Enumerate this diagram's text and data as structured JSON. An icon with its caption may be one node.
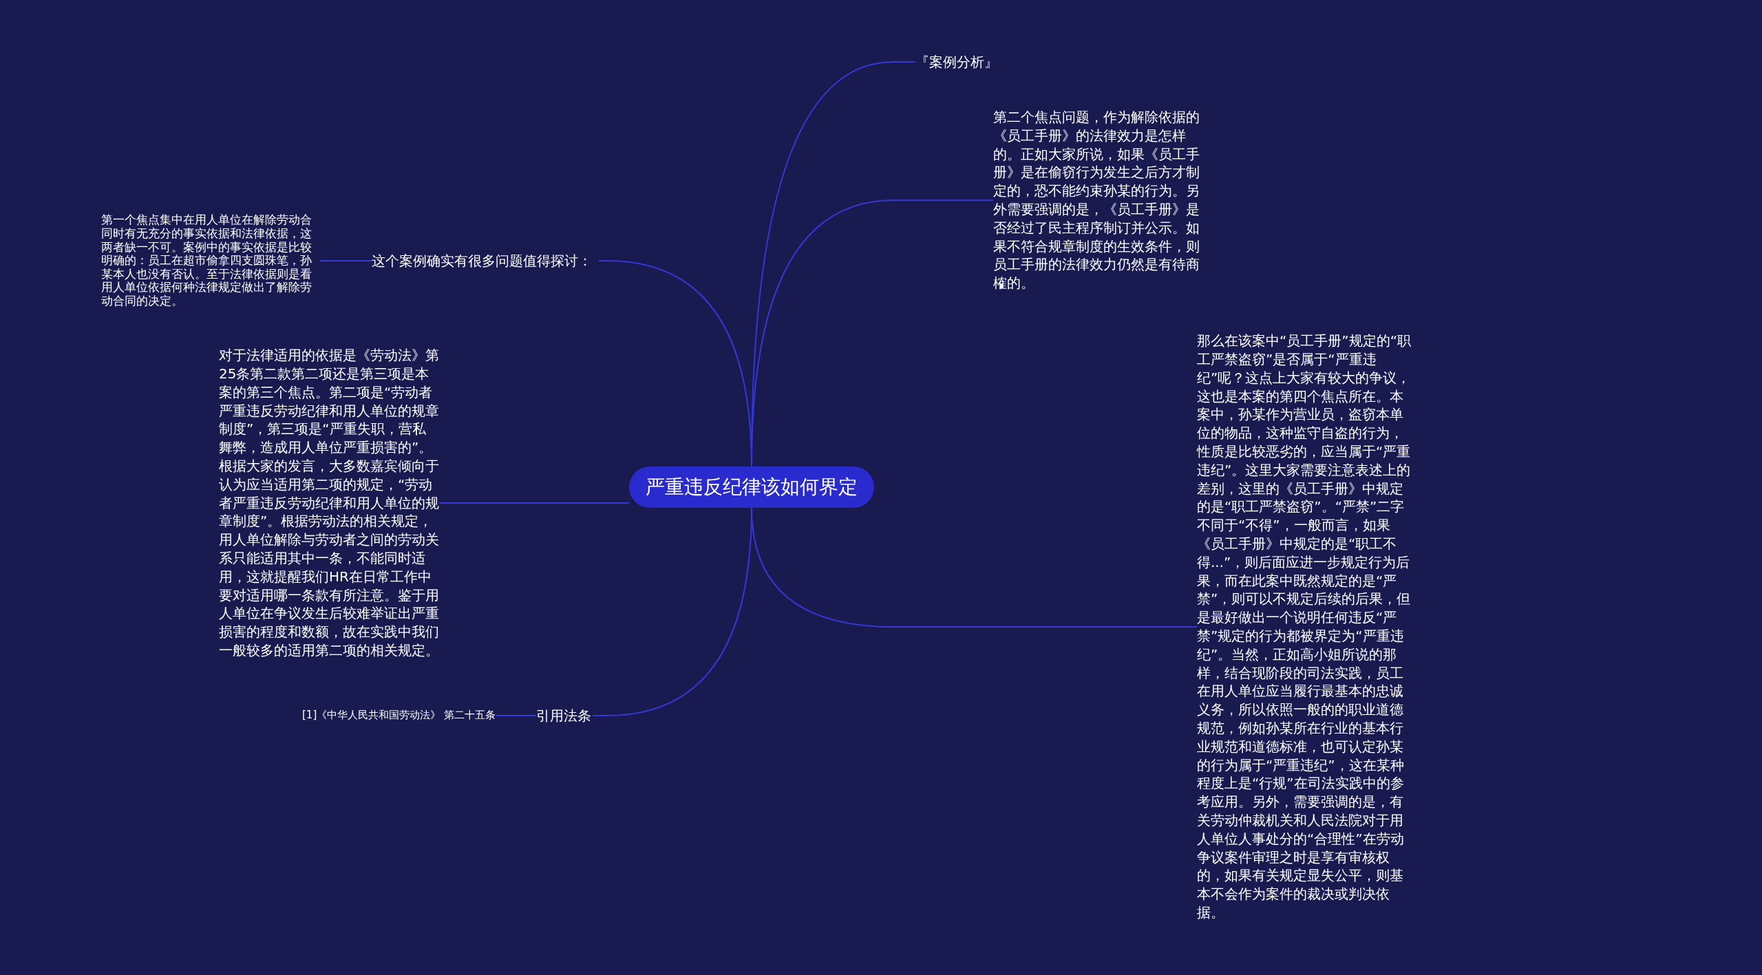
{
  "diagram": {
    "nodes": [
      {
        "text": [
          "严重违反纪律该如何界定"
        ]
      },
      {
        "text": [
          "『案例分析』"
        ]
      },
      {
        "text": [
          "第二个焦点问题，作为解除依据的《员工手册》的法律效力是怎样的。正如大家所说，如果《员工手册》是在偷窃行为发生之后方才制定的，恐不能约束孙某的行为。另外需要强调的是，《员工手册》是否经过了民主程序制订并公示。如果不符合规章制度的生效条件，则员工手册的法律效力仍然是有待商榷的。"
        ]
      },
      {
        "text": [
          "那么在该案中“员工手册”规定的“职工严禁盗窃”是否属于“严重违纪”呢？这点上大家有较大的争议，这也是本案的第四个焦点所在。本案中，孙某作为营业员，盗窃本单位的物品，这种监守自盗的行为，性质是比较恶劣的，应当属于“严重违纪”。这里大家需要注意表述上的差别，这里的《员工手册》中规定的是“职工严禁盗窃”。“严禁”二字不同于“不得”，一般而言，如果《员工手册》中规定的是“职工不得...”，则后面应进一步规定行为后果，而在此案中既然规定的是“严禁”，则可以不规定后续的后果，但是最好做出一个说明任何违反“严禁”规定的行为都被界定为“严重违纪”。当然，正如高小姐所说的那样，结合现阶段的司法实践，员工在用人单位应当履行最基本的忠诚义务，所以依照一般的的职业道德规范，例如孙某所在行业的基本行业规范和道德标准，也可认定孙某的行为属于“严重违纪”，这在某种程度上是“行规”在司法实践中的参考应用。另外，需要强调的是，有关劳动仲裁机关和人民法院对于用人单位人事处分的“合理性”在劳动争议案件审理之时是享有审核权的，如果有关规定显失公平，则基本不会作为案件的裁决或判决依据。"
        ]
      },
      {
        "text": [
          "这个案例确实有很多问题值得探讨："
        ]
      },
      {
        "text": [
          "第一个焦点集中在用人单位在解除劳动合同时有无充分的事实依据和法律依据，这两者缺一不可。案例中的事实依据是比较明确的：员工在超市偷拿四支圆珠笔，孙某本人也没有否认。至于法律依据则是看用人单位依据何种法律规定做出了解除劳动合同的决定。"
        ]
      },
      {
        "text": [
          "对于法律适用的依据是《劳动法》第25条第二款第二项还是第三项是本案的第三个焦点。第二项是“劳动者严重违反劳动纪律和用人单位的规章制度”，第三项是“严重失职，营私舞弊，造成用人单位严重损害的”。根据大家的发言，大多数嘉宾倾向于认为应当适用第二项的规定，“劳动者严重违反劳动纪律和用人单位的规章制度”。根据劳动法的相关规定，用人单位解除与劳动者之间的劳动关系只能适用其中一条，不能同时适用，这就提醒我们HR在日常工作中要对适用哪一条款有所注意。鉴于用人单位在争议发生后较难举证出严重损害的程度和数额，故在实践中我们一般较多的适用第二项的相关规定。"
        ]
      },
      {
        "text": [
          "引用法条"
        ]
      },
      {
        "text": [
          "[1]《中华人民共和国劳动法》 第二十五条"
        ]
      }
    ],
    "edges": [
      {
        "from": 0,
        "to": 1,
        "arrow": "none"
      },
      {
        "from": 0,
        "to": 2,
        "arrow": "none"
      },
      {
        "from": 0,
        "to": 3,
        "arrow": "none"
      },
      {
        "from": 0,
        "to": 4,
        "arrow": "none"
      },
      {
        "from": 4,
        "to": 5,
        "arrow": "none"
      },
      {
        "from": 0,
        "to": 6,
        "arrow": "none"
      },
      {
        "from": 0,
        "to": 7,
        "arrow": "none"
      },
      {
        "from": 7,
        "to": 8,
        "arrow": "none"
      }
    ]
  }
}
